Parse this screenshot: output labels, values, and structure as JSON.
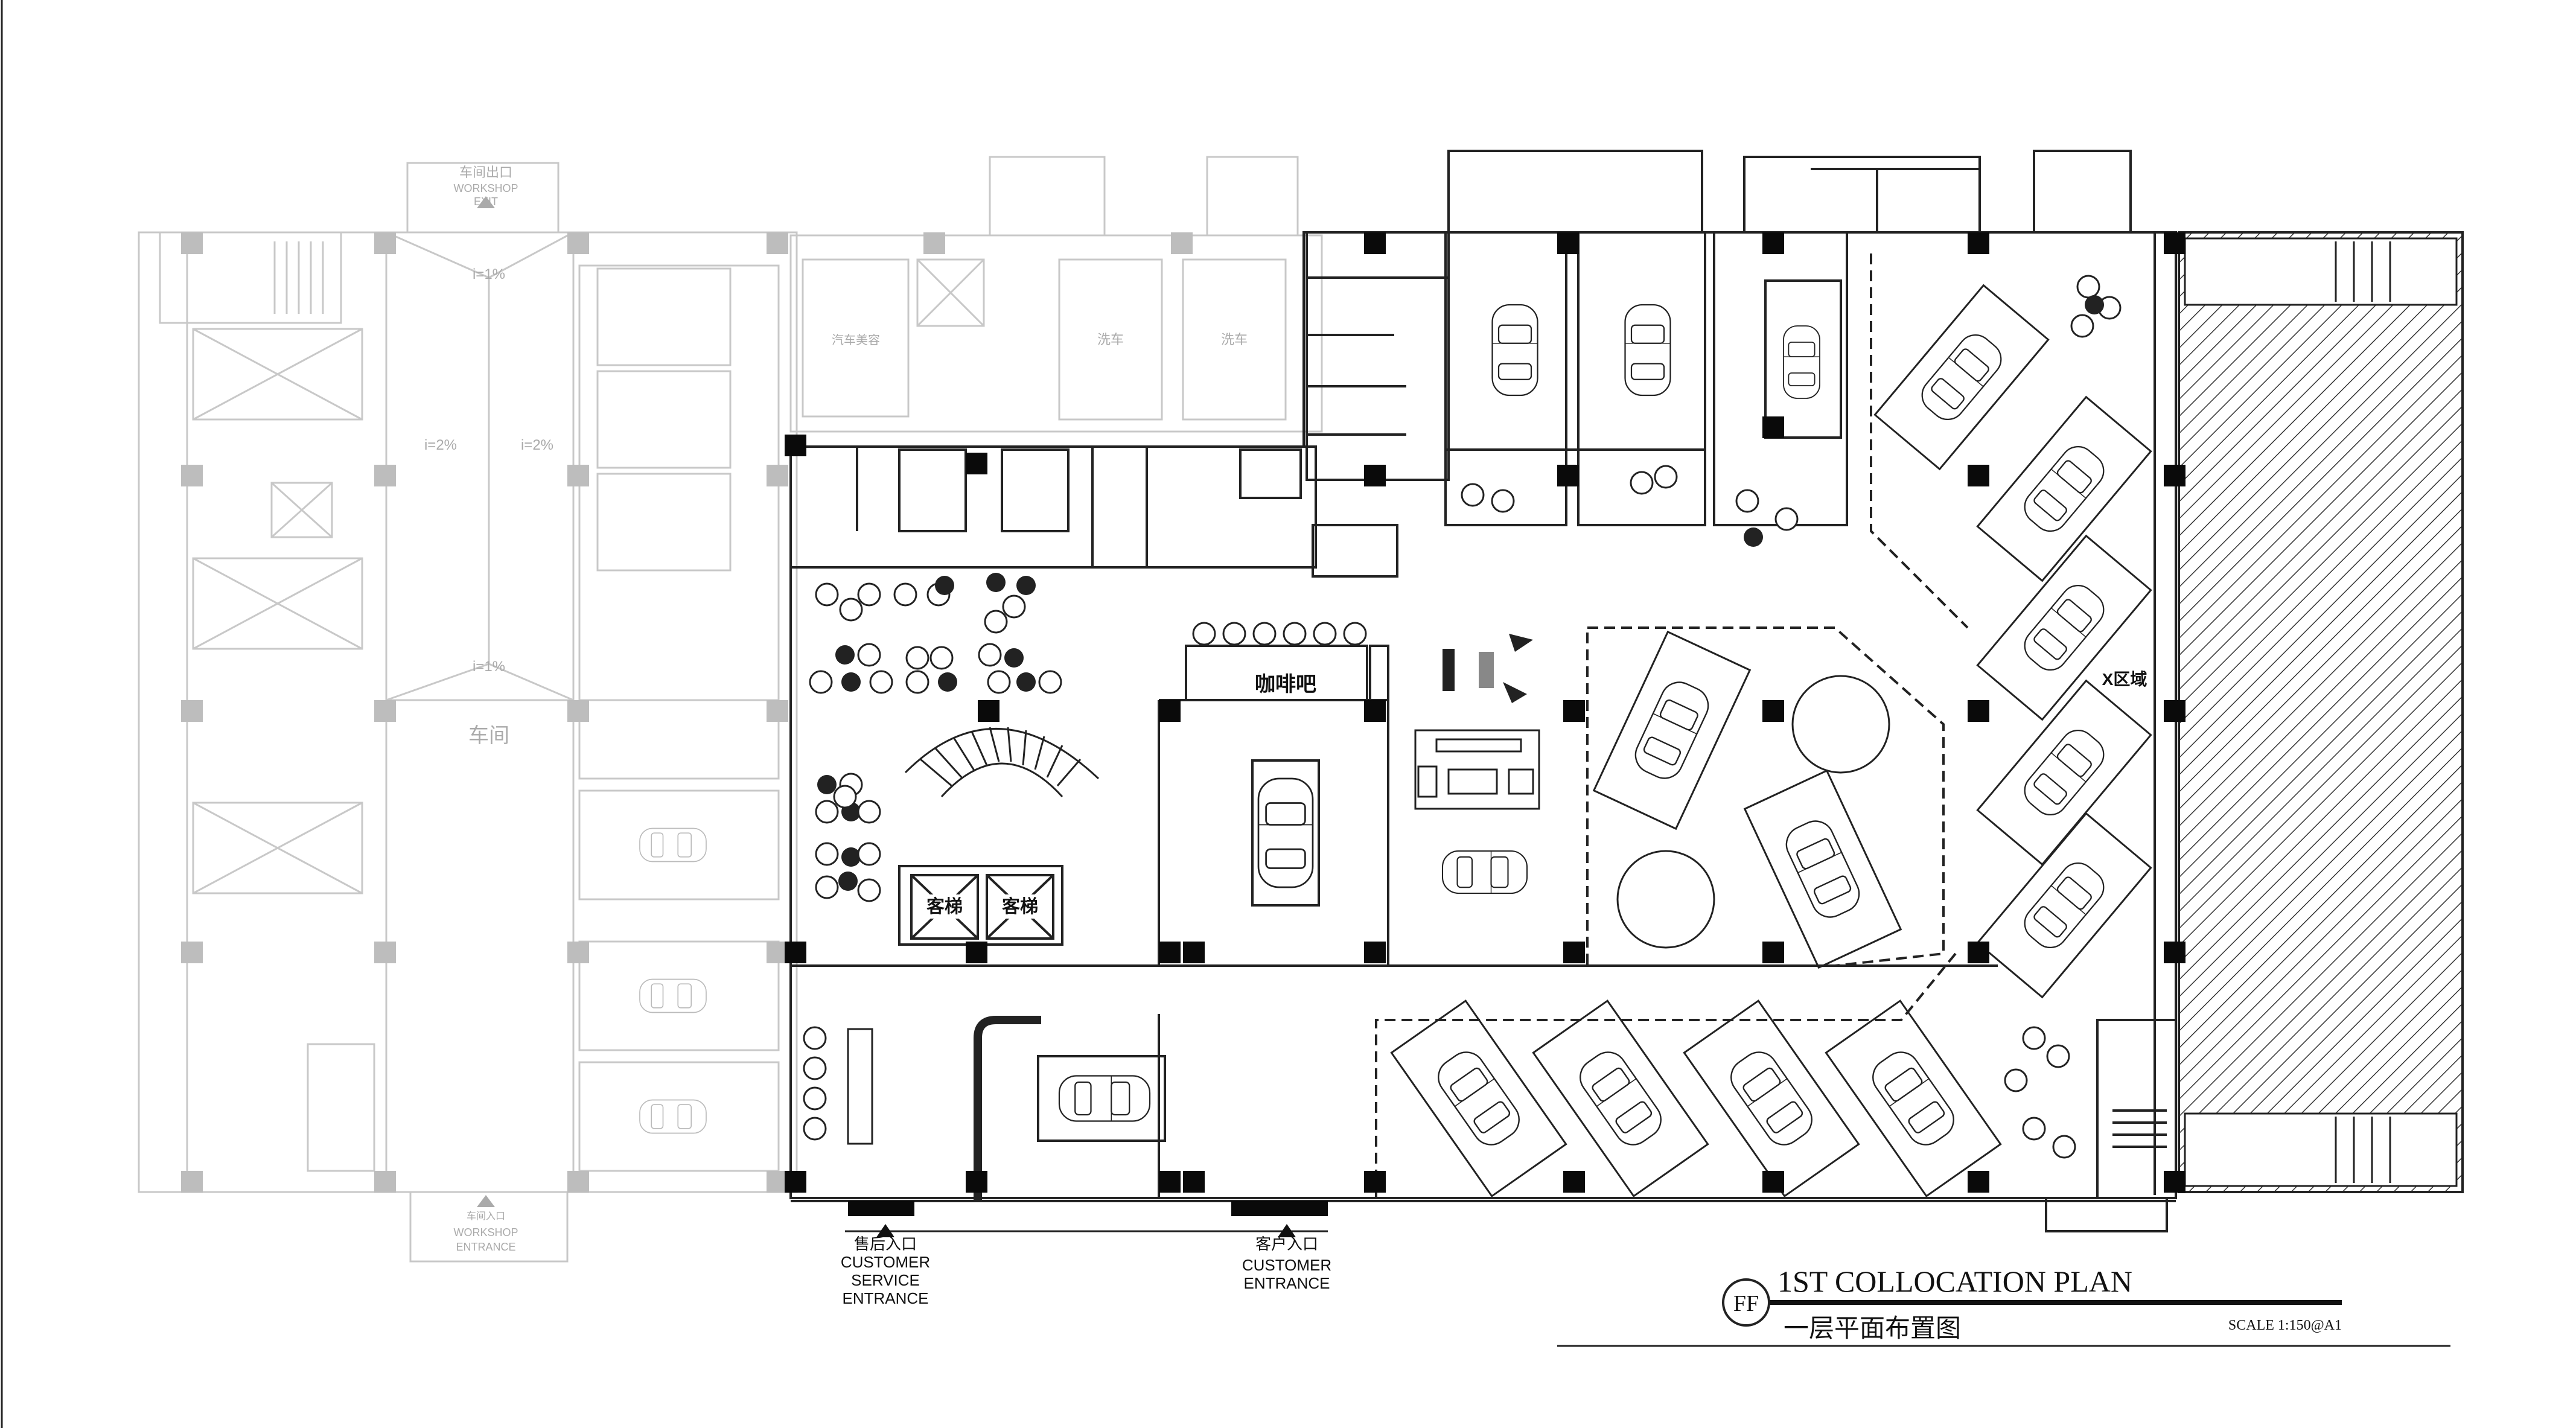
{
  "labels": {
    "workshop_exit_cn": "车间出口",
    "workshop_exit_en_1": "WORKSHOP",
    "workshop_exit_en_2": "EXIT",
    "workshop_entrance_cn": "车间入口",
    "workshop_entrance_en_1": "WORKSHOP",
    "workshop_entrance_en_2": "ENTRANCE",
    "slope_1": "i=1%",
    "slope_2": "i=2%",
    "slope_3": "i=2%",
    "slope_4": "i=1%",
    "workshop_area": "车间",
    "car_beauty": "汽车美容",
    "car_wash_1": "洗车",
    "car_wash_2": "洗车",
    "coffee_bar": "咖啡吧",
    "elevator_1": "客梯",
    "elevator_2": "客梯",
    "x_zone": "X区域",
    "customer_service_cn": "售后入口",
    "customer_service_en_1": "CUSTOMER",
    "customer_service_en_2": "SERVICE",
    "customer_service_en_3": "ENTRANCE",
    "customer_entrance_cn": "客户入口",
    "customer_entrance_en_1": "CUSTOMER",
    "customer_entrance_en_2": "ENTRANCE"
  },
  "title_block": {
    "badge": "FF",
    "title_en": "1ST COLLOCATION PLAN",
    "title_cn": "一层平面布置图",
    "scale": "SCALE  1:150@A1"
  },
  "colors": {
    "line": "#222222",
    "faded": "#c8c8c8",
    "column": "#0a0a0a",
    "hatch": "#333333",
    "floor": "#f2f2f2"
  }
}
